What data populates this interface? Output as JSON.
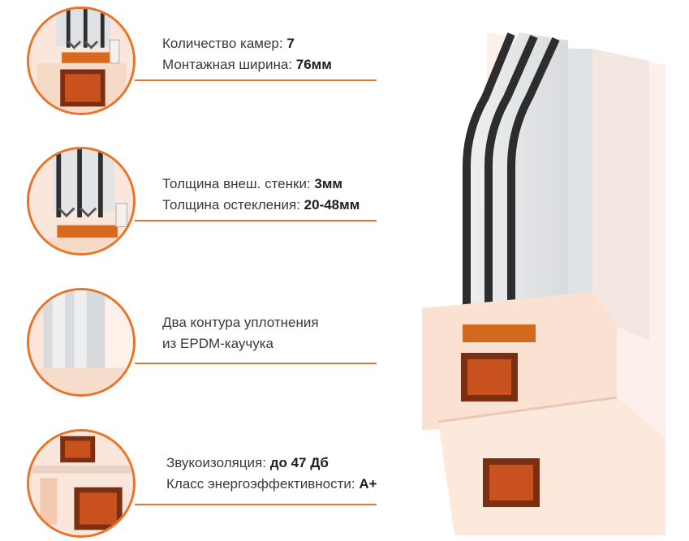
{
  "features": [
    {
      "lines": [
        {
          "label": "Количество камер: ",
          "value": "7"
        },
        {
          "label": "Монтажная ширина: ",
          "value": "76мм"
        }
      ],
      "icon": "frame-chambers-detail"
    },
    {
      "lines": [
        {
          "label": "Толщина внеш. стенки: ",
          "value": "3мм"
        },
        {
          "label": "Толщина остекления: ",
          "value": "20-48мм"
        }
      ],
      "icon": "glazing-detail"
    },
    {
      "lines": [
        {
          "label": "Два контура уплотнения",
          "value": ""
        },
        {
          "label": "из EPDM-каучука",
          "value": ""
        }
      ],
      "icon": "seal-detail"
    },
    {
      "lines": [
        {
          "label": "Звукоизоляция: ",
          "value": "до 47 Дб"
        },
        {
          "label": "Класс энергоэффективности: ",
          "value": "А+"
        }
      ],
      "icon": "sound-insulation-detail"
    }
  ],
  "colors": {
    "accent": "#e8742a",
    "profile": "#fbe3d6",
    "glass": "#d9dcdf",
    "steel": "#7a2f12",
    "gasket": "#2b2b2b"
  }
}
